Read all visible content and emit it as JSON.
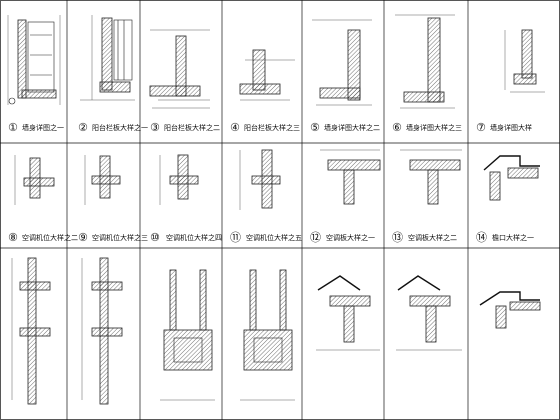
{
  "sheet": {
    "row1": [
      {
        "num": "①",
        "caption": "墙身详图之一"
      },
      {
        "num": "②",
        "caption": "阳台栏板大样之一"
      },
      {
        "num": "③",
        "caption": "阳台栏板大样之二"
      },
      {
        "num": "④",
        "caption": "阳台栏板大样之三"
      },
      {
        "num": "⑤",
        "caption": "墙身详图大样之二"
      },
      {
        "num": "⑥",
        "caption": "墙身详图大样之三"
      },
      {
        "num": "⑦",
        "caption": "墙身详图大样"
      }
    ],
    "row2": [
      {
        "num": "⑧",
        "caption": "空调机位大样之二"
      },
      {
        "num": "⑨",
        "caption": "空调机位大样之三"
      },
      {
        "num": "⑩",
        "caption": "空调机位大样之四"
      },
      {
        "num": "⑪",
        "caption": "空调机位大样之五"
      },
      {
        "num": "⑫",
        "caption": "空调板大样之一"
      },
      {
        "num": "⑬",
        "caption": "空调板大样之二"
      },
      {
        "num": "⑭",
        "caption": "檐口大样之一"
      }
    ]
  }
}
